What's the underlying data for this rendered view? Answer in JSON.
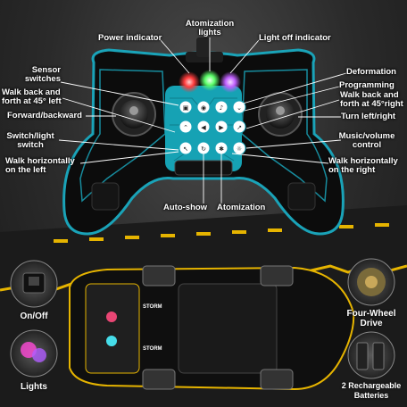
{
  "labels": {
    "power_indicator": "Power indicator",
    "atomization_lights": "Atomization\nlights",
    "light_off_indicator": "Light off indicator",
    "sensor_switches": "Sensor\nswitches",
    "deformation": "Deformation",
    "programming": "Programming",
    "walk_back_left": "Walk back and\nforth at 45° left",
    "walk_back_right": "Walk back and\nforth at 45°right",
    "forward_backward": "Forward/backward",
    "turn_left_right": "Turn left/right",
    "switch_light_switch": "Switch/light\nswitch",
    "music_volume_control": "Music/volume\ncontrol",
    "walk_horizontal_left": "Walk horizontally\non the left",
    "walk_horizontal_right": "Walk horizontally\non the right",
    "auto_show": "Auto-show",
    "atomization": "Atomization"
  },
  "badges": {
    "on_off": "On/Off",
    "lights": "Lights",
    "four_wheel_drive": "Four-Wheel\nDrive",
    "rechargeable_batteries": "2 Rechargeable\nBatteries"
  },
  "car_text": {
    "storm_top": "STORM",
    "storm_bottom": "STORM"
  },
  "colors": {
    "accent_teal": "#1aa3b8",
    "led_red": "#ff3b3b",
    "led_green": "#5cff6a",
    "led_purple": "#c060ff",
    "road_yellow": "#e6b400"
  },
  "icons": {
    "controller_buttons": [
      "lock-icon",
      "sensor-icon",
      "music-note-icon",
      "chevron-down-icon",
      "chevron-up-icon",
      "arrow-left-icon",
      "arrow-right-icon",
      "diagonal-left-icon",
      "diagonal-right-icon",
      "rotate-icon",
      "spray-icon",
      "light-icon"
    ]
  }
}
